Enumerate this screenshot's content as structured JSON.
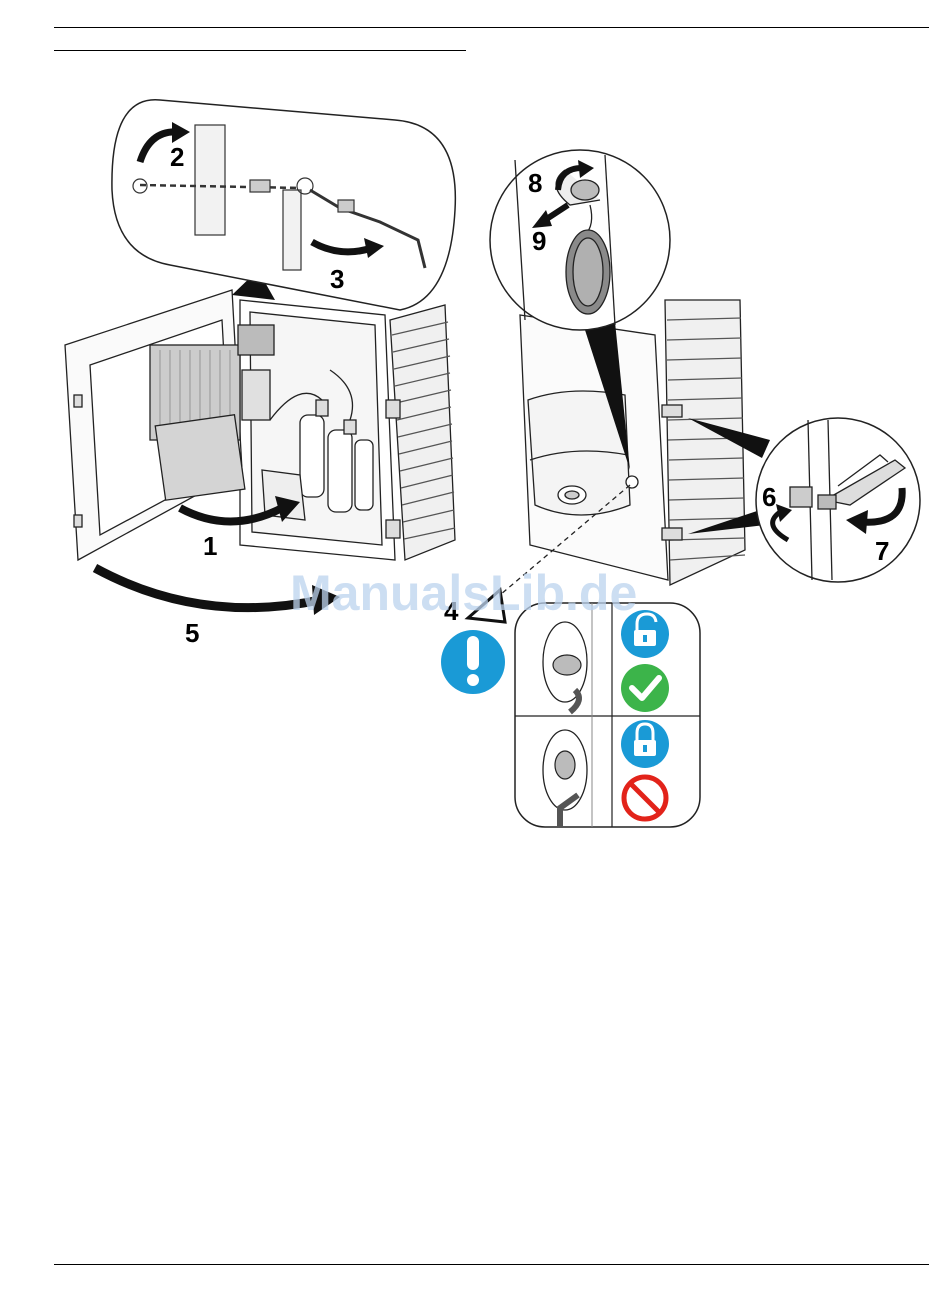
{
  "steps": {
    "s1": "1",
    "s2": "2",
    "s3": "3",
    "s4": "4",
    "s5": "5",
    "s6": "6",
    "s7": "7",
    "s8": "8",
    "s9": "9"
  },
  "watermark": "ManualsLib.de",
  "icons": {
    "attention": "exclamation-icon",
    "unlock": "unlocked-padlock-icon",
    "lock": "locked-padlock-icon",
    "ok": "check-icon",
    "not_ok": "prohibited-icon"
  },
  "colors": {
    "info_blue": "#1a9ad6",
    "ok_green": "#3cb44a",
    "stop_red": "#e2231a"
  }
}
